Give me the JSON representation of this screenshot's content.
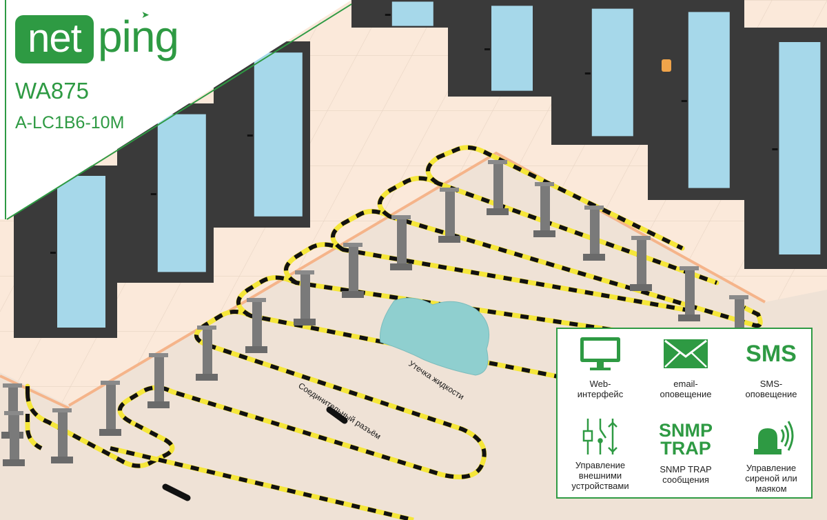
{
  "brand": {
    "logo_net": "net",
    "logo_ping": "ping",
    "model": "WA875",
    "sku": "A-LC1B6-10M"
  },
  "scene": {
    "leak_label": "Утечка жидкости",
    "connector_label": "Соединительный разъём"
  },
  "features": [
    {
      "icon": "monitor-icon",
      "caption": "Web-\nинтерфейс"
    },
    {
      "icon": "envelope-icon",
      "caption": "email-\nоповещение"
    },
    {
      "icon": "sms-icon",
      "icon_text": "SMS",
      "caption": "SMS-\nоповещение"
    },
    {
      "icon": "switches-icon",
      "caption": "Управление\nвнешними\nустройствами"
    },
    {
      "icon": "snmp-trap-icon",
      "icon_text_1": "SNMP",
      "icon_text_2": "TRAP",
      "caption": "SNMP TRAP\nсообщения"
    },
    {
      "icon": "siren-icon",
      "caption": "Управление\nсиреной или\nмаяком"
    }
  ],
  "colors": {
    "brand_green": "#2e9a43",
    "floor_tile": "#fbe9da",
    "subfloor": "#efe2d6",
    "cable_yellow": "#f5e63a",
    "rack": "#3a3a3a",
    "glass": "#a6d8ea",
    "water": "#8fcfcf"
  }
}
